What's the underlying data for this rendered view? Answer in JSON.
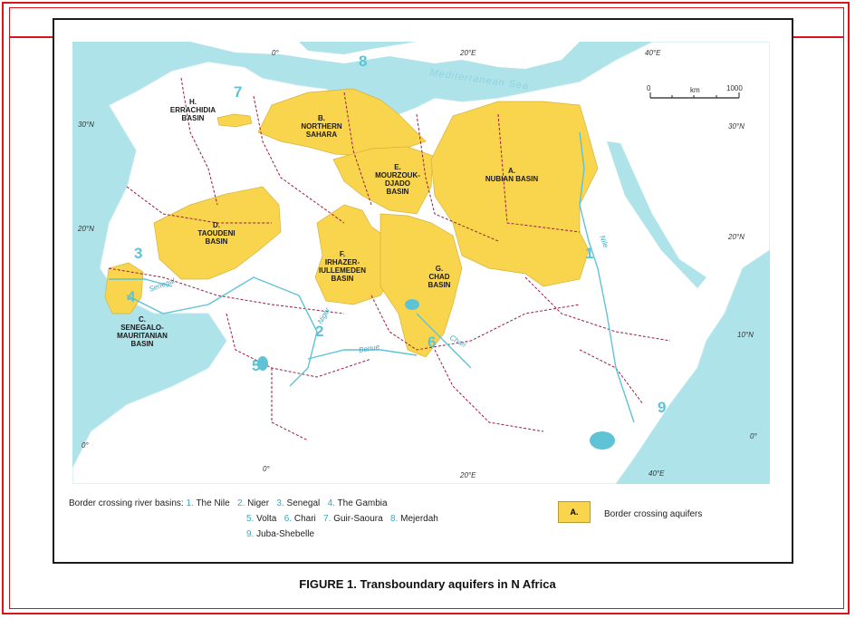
{
  "caption": "FIGURE 1. Transboundary aquifers in N Africa",
  "colors": {
    "aquifer": "#f9d44d",
    "water": "#aee3ea",
    "land": "#ffffff",
    "border": "#9b1b4a",
    "river": "#5fc3d6",
    "frame": "#d8141b"
  },
  "coords": {
    "top": [
      "0°",
      "20°E",
      "40°E"
    ],
    "bottom": [
      "0°",
      "20°E",
      "40°E"
    ],
    "left": [
      "30°N",
      "20°N",
      "0°"
    ],
    "right": [
      "30°N",
      "20°N",
      "10°N",
      "0°"
    ]
  },
  "sea_label": "Mediterranean Sea",
  "scale": {
    "start": "0",
    "unit": "km",
    "end": "1000"
  },
  "basins": [
    {
      "key": "H",
      "line1": "H.",
      "line2": "ERRACHIDIA",
      "line3": "BASIN"
    },
    {
      "key": "B",
      "line1": "B.",
      "line2": "NORTHERN",
      "line3": "SAHARA"
    },
    {
      "key": "E",
      "line1": "E.",
      "line2": "MOURZOUK-",
      "line3": "DJADO",
      "line4": "BASIN"
    },
    {
      "key": "A",
      "line1": "A.",
      "line2": "NUBIAN BASIN"
    },
    {
      "key": "D",
      "line1": "D.",
      "line2": "TAOUDENI",
      "line3": "BASIN"
    },
    {
      "key": "F",
      "line1": "F.",
      "line2": "IRHAZER-",
      "line3": "IULLEMEDEN",
      "line4": "BASIN"
    },
    {
      "key": "G",
      "line1": "G.",
      "line2": "CHAD",
      "line3": "BASIN"
    },
    {
      "key": "C",
      "line1": "C.",
      "line2": "SENEGALO-",
      "line3": "MAURITANIAN",
      "line4": "BASIN"
    }
  ],
  "river_numbers": [
    "1",
    "2",
    "3",
    "4",
    "5",
    "6",
    "7",
    "8",
    "9"
  ],
  "river_names": [
    "Nile",
    "Niger",
    "Senegal",
    "Benue",
    "Chari"
  ],
  "legend": {
    "title": "Border crossing river basins:",
    "items": [
      {
        "num": "1.",
        "name": "The Nile"
      },
      {
        "num": "2.",
        "name": "Niger"
      },
      {
        "num": "3.",
        "name": "Senegal"
      },
      {
        "num": "4.",
        "name": "The Gambia"
      },
      {
        "num": "5.",
        "name": "Volta"
      },
      {
        "num": "6.",
        "name": "Chari"
      },
      {
        "num": "7.",
        "name": "Guir-Saoura"
      },
      {
        "num": "8.",
        "name": "Mejerdah"
      },
      {
        "num": "9.",
        "name": "Juba-Shebelle"
      }
    ],
    "aquifer_box": "A.",
    "aquifer_label": "Border crossing aquifers"
  }
}
